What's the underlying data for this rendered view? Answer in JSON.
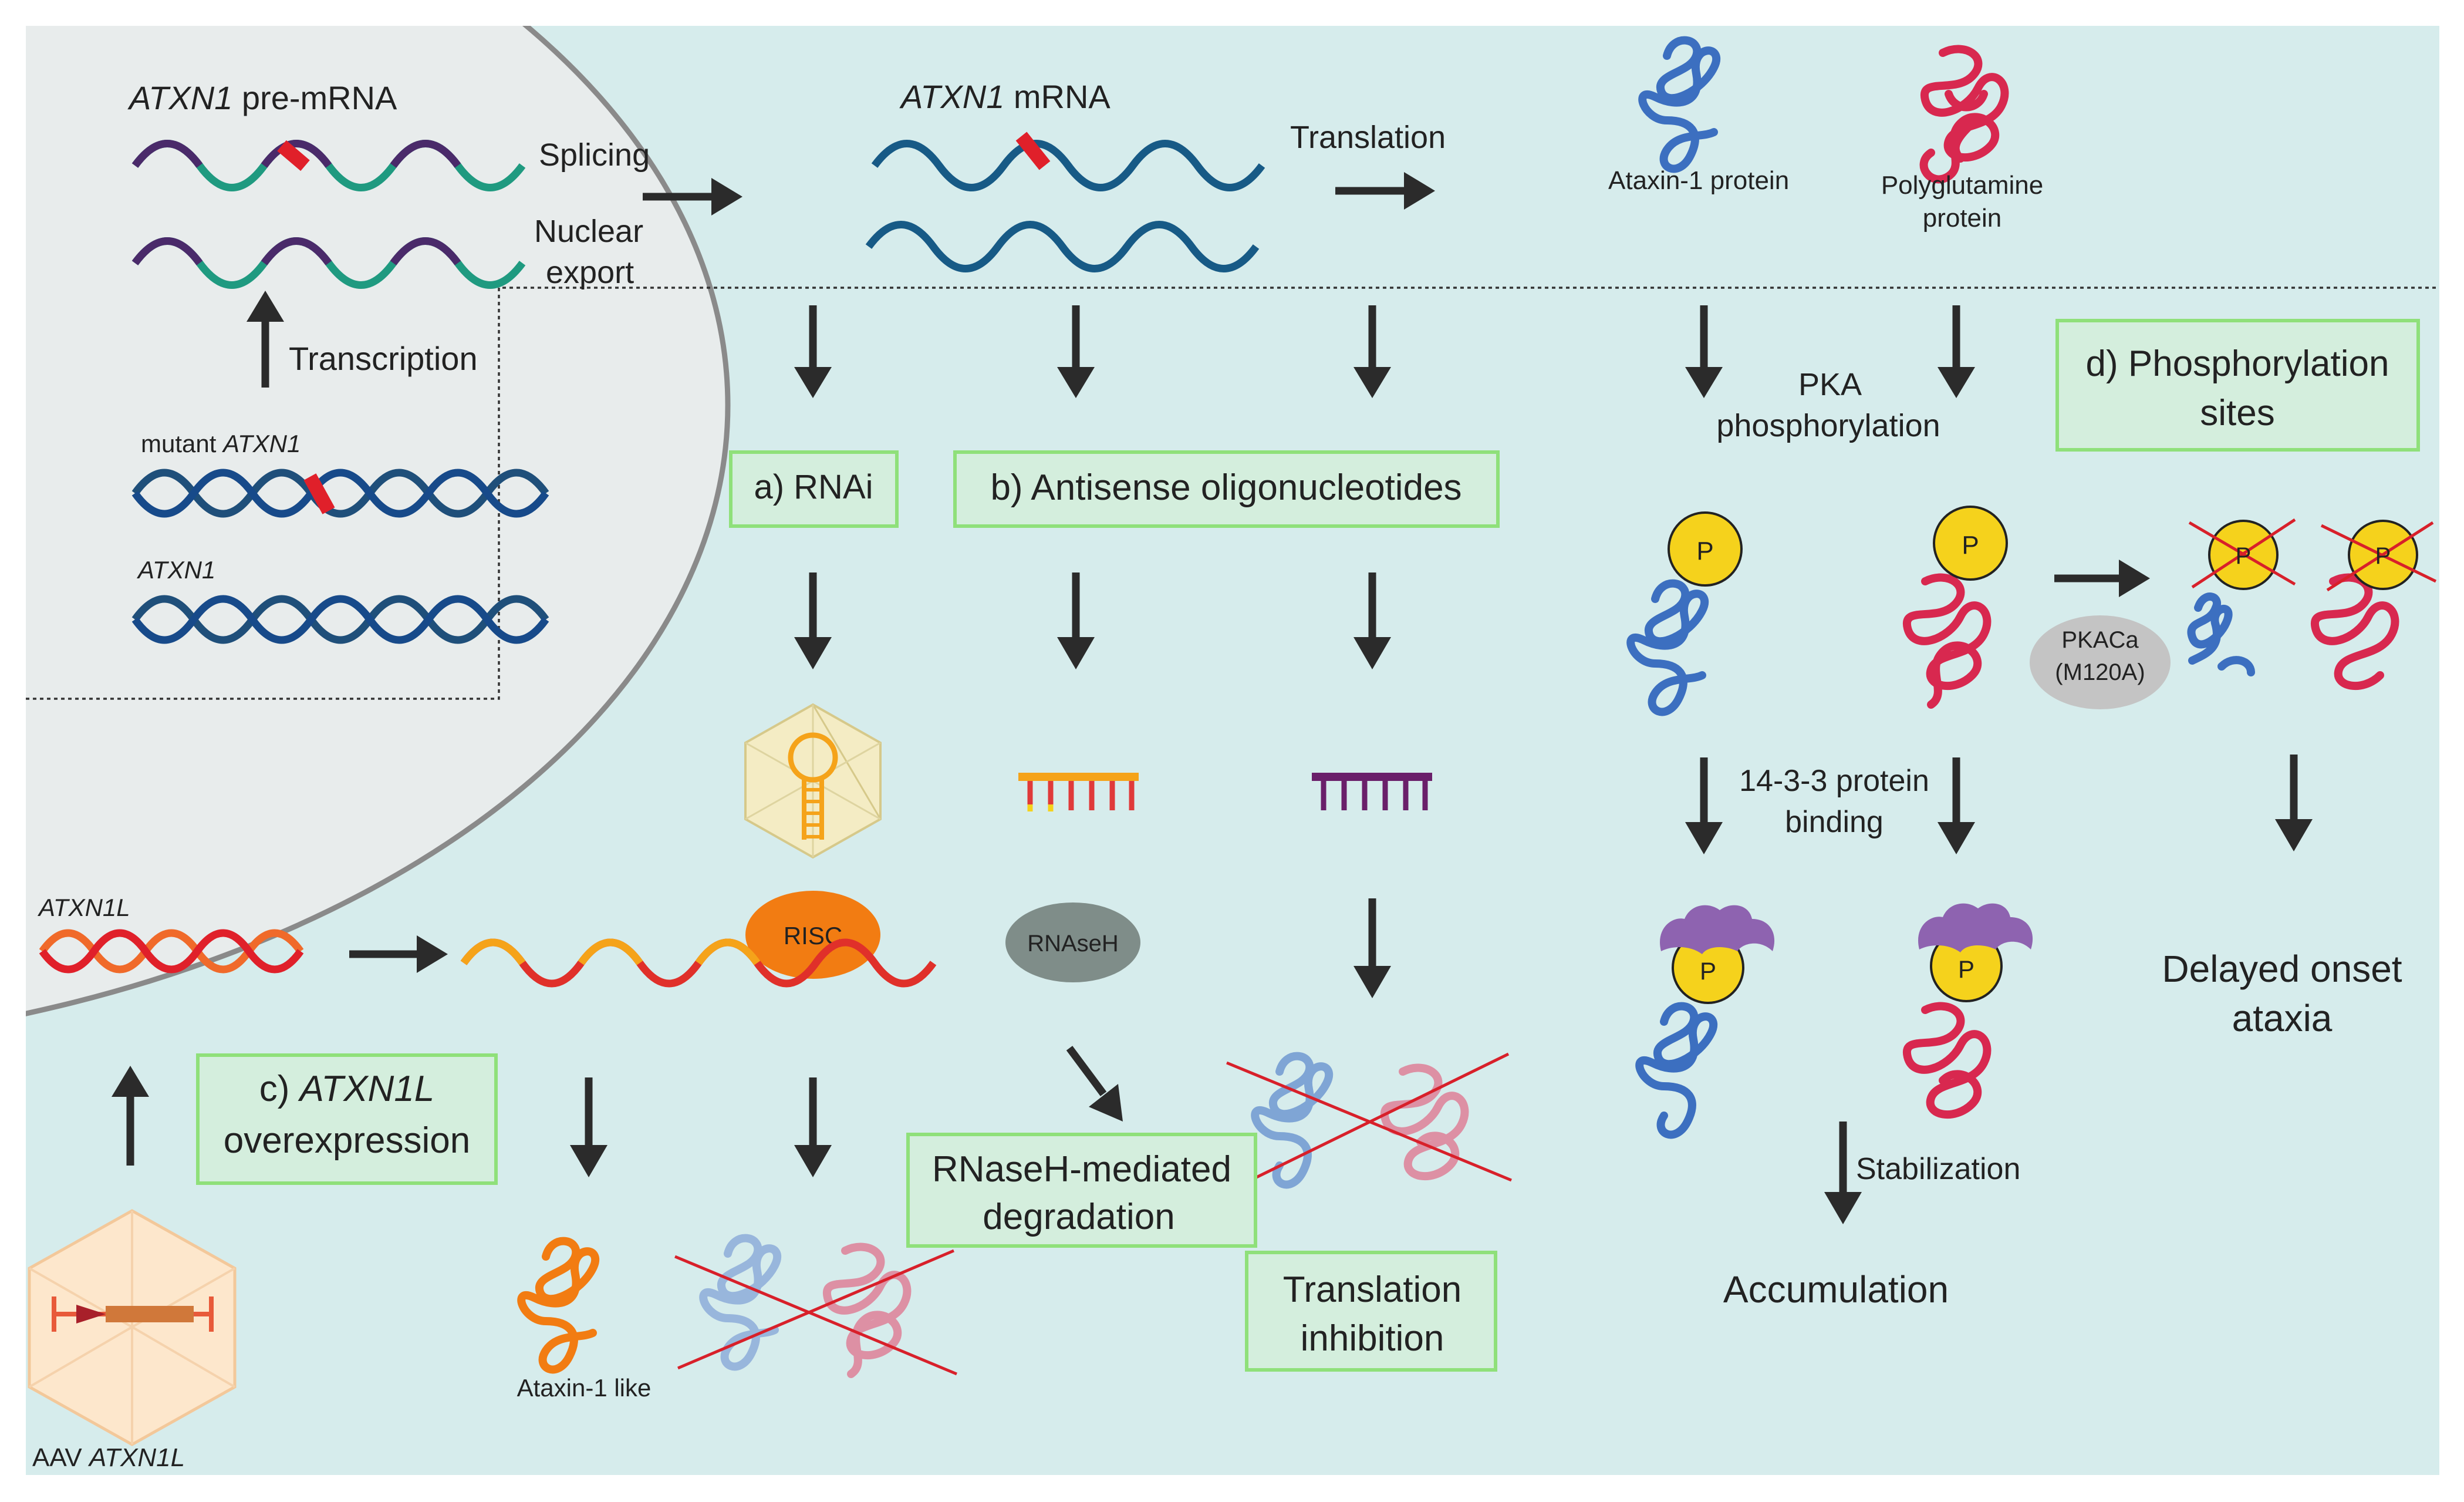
{
  "labels": {
    "pre_mrna_gene": "ATXN1",
    "pre_mrna_suffix": " pre-mRNA",
    "mrna_gene": "ATXN1",
    "mrna_suffix": " mRNA",
    "splicing": "Splicing",
    "nuclear": "Nuclear",
    "export": "export",
    "transcription": "Transcription",
    "mutant_prefix": "mutant ",
    "mutant_gene": "ATXN1",
    "atxn1": "ATXN1",
    "translation": "Translation",
    "ataxin1_protein": "Ataxin-1 protein",
    "polyq_line1": "Polyglutamine",
    "polyq_line2": "protein",
    "pka_line1": "PKA",
    "pka_line2": "phosphorylation",
    "phos_p": "P",
    "binding_line1": "14-3-3 protein",
    "binding_line2": "binding",
    "pkaca_line1": "PKACa",
    "pkaca_line2": "(M120A)",
    "stabilization": "Stabilization",
    "accumulation": "Accumulation",
    "delayed_line1": "Delayed onset",
    "delayed_line2": "ataxia",
    "atxn1l": "ATXN1L",
    "risc": "RISC",
    "rnaseh": "RNAseH",
    "ataxin1_like": "Ataxin-1 like",
    "aav_prefix": "AAV ",
    "aav_gene": "ATXN1L"
  },
  "boxes": {
    "rnai": "a) RNAi",
    "aso": "b) Antisense oligonucleotides",
    "atxn1l_prefix": "c) ",
    "atxn1l_gene": "ATXN1L",
    "atxn1l_line2": "overexpression",
    "phos_line1": "d) Phosphorylation",
    "phos_line2": "sites",
    "rnaseh_line1": "RNaseH-mediated",
    "rnaseh_line2": "degradation",
    "transl_line1": "Translation",
    "transl_line2": "inhibition"
  },
  "colors": {
    "background": "#d6ecec",
    "nucleus": "#e8ecec",
    "nucleus_border": "#8a8a8a",
    "box_fill": "#d4eedd",
    "box_border": "#8fe07a",
    "ataxin_blue": "#3c6fc0",
    "polyq_red": "#d8284f",
    "mutation_red": "#e0202a",
    "phosphate_yellow": "#f5d21c",
    "binding_purple": "#8e63b0",
    "risc_orange": "#f27c12",
    "rnaseh_gray": "#7f8d89",
    "pkaca_gray": "#c4c4c4"
  },
  "icons": [
    "hairpin-capsid-icon",
    "aav-capsid-icon",
    "aso-comb-icon",
    "protein-coil-icon",
    "cross-out-icon"
  ]
}
